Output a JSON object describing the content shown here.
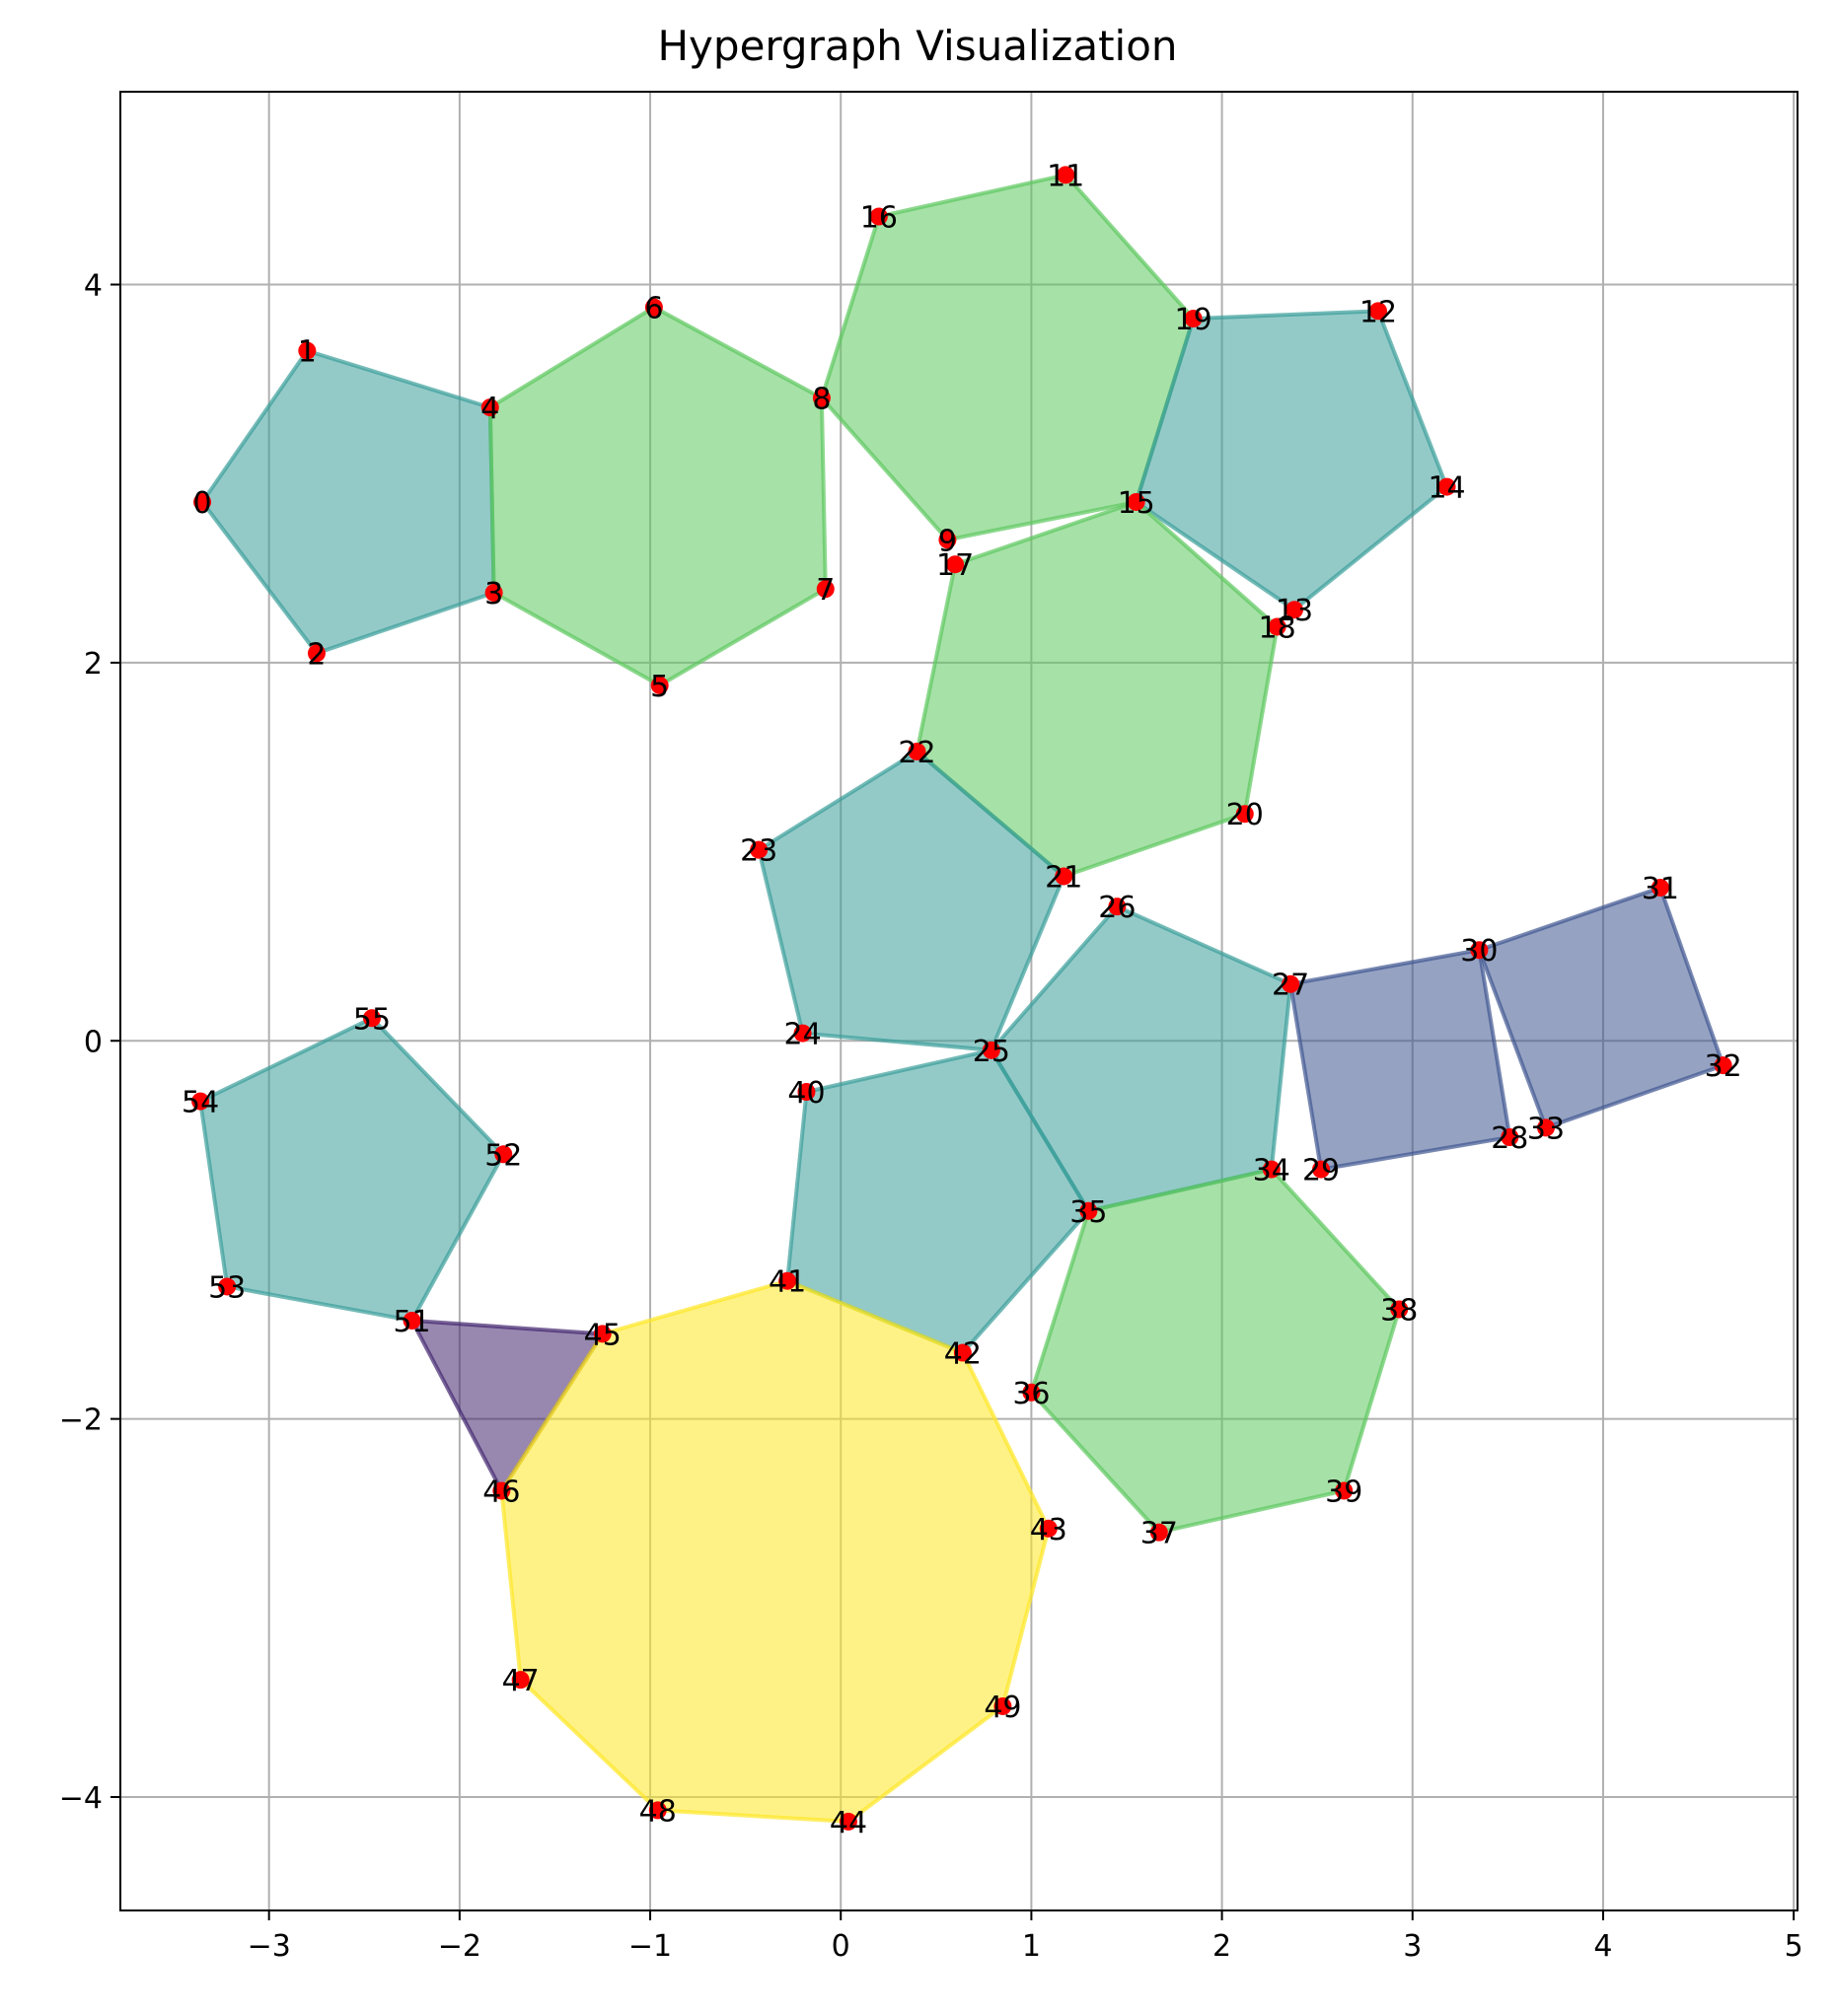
{
  "title": "Hypergraph Visualization",
  "axes": {
    "xlim": [
      -3.78,
      5.02
    ],
    "ylim": [
      -4.6,
      5.02
    ],
    "xticks": [
      -3,
      -2,
      -1,
      0,
      1,
      2,
      3,
      4,
      5
    ],
    "yticks": [
      -4,
      -2,
      0,
      2,
      4
    ],
    "xtick_labels": [
      "−3",
      "−2",
      "−1",
      "0",
      "1",
      "2",
      "3",
      "4",
      "5"
    ],
    "ytick_labels": [
      "−4",
      "−2",
      "0",
      "2",
      "4"
    ],
    "grid": true
  },
  "colors": {
    "teal": "#3a9e9a",
    "green": "#5cc85e",
    "purple": "#43266f",
    "navy": "#3e5590",
    "yellow": "#fde725",
    "node": "#ff0000",
    "grid": "#b0b0b0"
  },
  "nodes": [
    {
      "id": "0",
      "x": -3.35,
      "y": 2.85
    },
    {
      "id": "1",
      "x": -2.8,
      "y": 3.65
    },
    {
      "id": "2",
      "x": -2.75,
      "y": 2.05
    },
    {
      "id": "3",
      "x": -1.82,
      "y": 2.37
    },
    {
      "id": "4",
      "x": -1.84,
      "y": 3.35
    },
    {
      "id": "5",
      "x": -0.95,
      "y": 1.88
    },
    {
      "id": "6",
      "x": -0.98,
      "y": 3.88
    },
    {
      "id": "7",
      "x": -0.08,
      "y": 2.39
    },
    {
      "id": "8",
      "x": -0.1,
      "y": 3.4
    },
    {
      "id": "9",
      "x": 0.56,
      "y": 2.65
    },
    {
      "id": "11",
      "x": 1.18,
      "y": 4.58
    },
    {
      "id": "12",
      "x": 2.82,
      "y": 3.86
    },
    {
      "id": "13",
      "x": 2.38,
      "y": 2.28
    },
    {
      "id": "14",
      "x": 3.18,
      "y": 2.93
    },
    {
      "id": "15",
      "x": 1.55,
      "y": 2.85
    },
    {
      "id": "16",
      "x": 0.2,
      "y": 4.36
    },
    {
      "id": "17",
      "x": 0.6,
      "y": 2.52
    },
    {
      "id": "18",
      "x": 2.29,
      "y": 2.19
    },
    {
      "id": "19",
      "x": 1.85,
      "y": 3.82
    },
    {
      "id": "20",
      "x": 2.12,
      "y": 1.2
    },
    {
      "id": "21",
      "x": 1.17,
      "y": 0.87
    },
    {
      "id": "22",
      "x": 0.4,
      "y": 1.53
    },
    {
      "id": "23",
      "x": -0.43,
      "y": 1.01
    },
    {
      "id": "24",
      "x": -0.2,
      "y": 0.04
    },
    {
      "id": "25",
      "x": 0.79,
      "y": -0.05
    },
    {
      "id": "26",
      "x": 1.45,
      "y": 0.71
    },
    {
      "id": "27",
      "x": 2.36,
      "y": 0.3
    },
    {
      "id": "28",
      "x": 3.51,
      "y": -0.51
    },
    {
      "id": "29",
      "x": 2.52,
      "y": -0.68
    },
    {
      "id": "30",
      "x": 3.35,
      "y": 0.48
    },
    {
      "id": "31",
      "x": 4.3,
      "y": 0.81
    },
    {
      "id": "32",
      "x": 4.63,
      "y": -0.13
    },
    {
      "id": "33",
      "x": 3.7,
      "y": -0.46
    },
    {
      "id": "34",
      "x": 2.26,
      "y": -0.68
    },
    {
      "id": "35",
      "x": 1.3,
      "y": -0.9
    },
    {
      "id": "36",
      "x": 1.0,
      "y": -1.86
    },
    {
      "id": "37",
      "x": 1.67,
      "y": -2.6
    },
    {
      "id": "38",
      "x": 2.93,
      "y": -1.42
    },
    {
      "id": "39",
      "x": 2.64,
      "y": -2.38
    },
    {
      "id": "40",
      "x": -0.18,
      "y": -0.27
    },
    {
      "id": "41",
      "x": -0.28,
      "y": -1.27
    },
    {
      "id": "42",
      "x": 0.64,
      "y": -1.65
    },
    {
      "id": "43",
      "x": 1.09,
      "y": -2.58
    },
    {
      "id": "44",
      "x": 0.04,
      "y": -4.13
    },
    {
      "id": "45",
      "x": -1.25,
      "y": -1.55
    },
    {
      "id": "46",
      "x": -1.78,
      "y": -2.38
    },
    {
      "id": "47",
      "x": -1.68,
      "y": -3.38
    },
    {
      "id": "48",
      "x": -0.96,
      "y": -4.07
    },
    {
      "id": "49",
      "x": 0.85,
      "y": -3.52
    },
    {
      "id": "51",
      "x": -2.25,
      "y": -1.48
    },
    {
      "id": "52",
      "x": -1.77,
      "y": -0.6
    },
    {
      "id": "53",
      "x": -3.22,
      "y": -1.3
    },
    {
      "id": "54",
      "x": -3.36,
      "y": -0.32
    },
    {
      "id": "55",
      "x": -2.46,
      "y": 0.12
    }
  ],
  "hyperedges": [
    {
      "members": [
        "0",
        "1",
        "4",
        "3",
        "2"
      ],
      "color": "teal"
    },
    {
      "members": [
        "4",
        "6",
        "8",
        "7",
        "5",
        "3"
      ],
      "color": "green"
    },
    {
      "members": [
        "16",
        "11",
        "19",
        "15",
        "9",
        "8"
      ],
      "color": "green"
    },
    {
      "members": [
        "19",
        "12",
        "14",
        "13",
        "15"
      ],
      "color": "teal"
    },
    {
      "members": [
        "17",
        "15",
        "18",
        "20",
        "21",
        "22"
      ],
      "color": "green"
    },
    {
      "members": [
        "23",
        "22",
        "21",
        "25",
        "24"
      ],
      "color": "teal"
    },
    {
      "members": [
        "25",
        "26",
        "27",
        "34",
        "35"
      ],
      "color": "teal"
    },
    {
      "members": [
        "27",
        "30",
        "28",
        "29"
      ],
      "color": "navy"
    },
    {
      "members": [
        "30",
        "31",
        "32",
        "33"
      ],
      "color": "navy"
    },
    {
      "members": [
        "40",
        "25",
        "35",
        "42",
        "41"
      ],
      "color": "teal"
    },
    {
      "members": [
        "35",
        "34",
        "38",
        "39",
        "37",
        "36"
      ],
      "color": "green"
    },
    {
      "members": [
        "54",
        "55",
        "52",
        "51",
        "53"
      ],
      "color": "teal"
    },
    {
      "members": [
        "51",
        "45",
        "46"
      ],
      "color": "purple"
    },
    {
      "members": [
        "45",
        "41",
        "42",
        "43",
        "49",
        "44",
        "48",
        "47",
        "46"
      ],
      "color": "yellow"
    }
  ]
}
